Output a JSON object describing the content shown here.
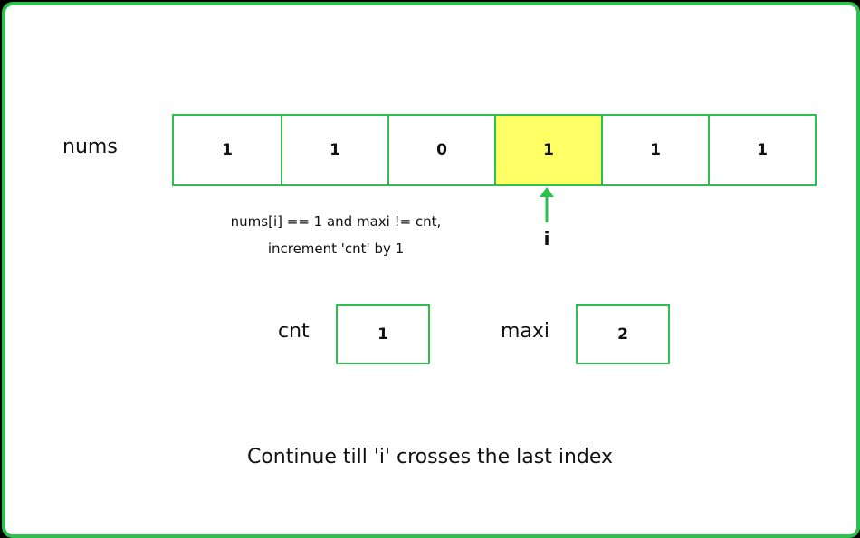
{
  "array": {
    "name": "nums",
    "values": [
      "1",
      "1",
      "0",
      "1",
      "1",
      "1"
    ],
    "highlight_index": 3
  },
  "pointer": {
    "label": "i"
  },
  "note": {
    "line1": "nums[i] == 1 and maxi != cnt,",
    "line2": "increment 'cnt' by 1"
  },
  "variables": {
    "cnt": {
      "label": "cnt",
      "value": "1"
    },
    "maxi": {
      "label": "maxi",
      "value": "2"
    }
  },
  "footer": {
    "text": "Continue till 'i' crosses the last index"
  },
  "colors": {
    "accent": "#2fbf4f",
    "highlight": "#ffff66",
    "background": "#000000"
  }
}
